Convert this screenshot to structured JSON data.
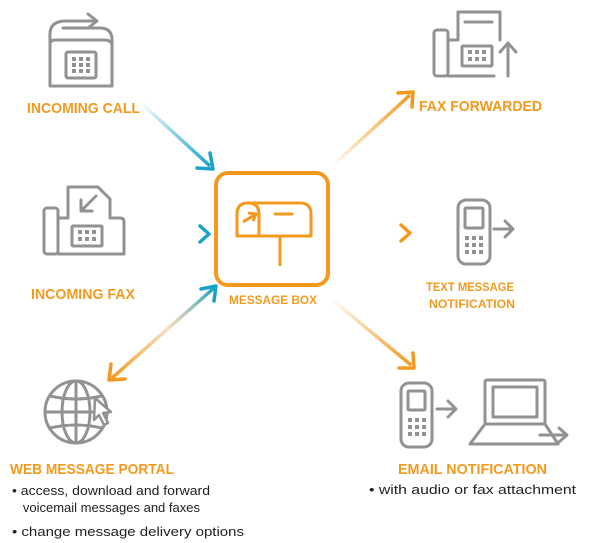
{
  "nodes": {
    "incoming_call": "INCOMING CALL",
    "incoming_fax": "INCOMING FAX",
    "message_box": "MESSAGE BOX",
    "fax_forwarded": "FAX FORWARDED",
    "text_message_line1": "TEXT MESSAGE",
    "text_message_line2": "NOTIFICATION",
    "email_notification": "EMAIL NOTIFICATION",
    "web_message_portal": "WEB MESSAGE PORTAL"
  },
  "details": {
    "email": [
      "• with audio or fax attachment"
    ],
    "web": [
      "• access, download and forward",
      "   voicemail messages and faxes",
      "• change message delivery options"
    ]
  },
  "colors": {
    "orange": "#f39a1e",
    "blue": "#1aa3c8",
    "icon_gray": "#909293"
  }
}
